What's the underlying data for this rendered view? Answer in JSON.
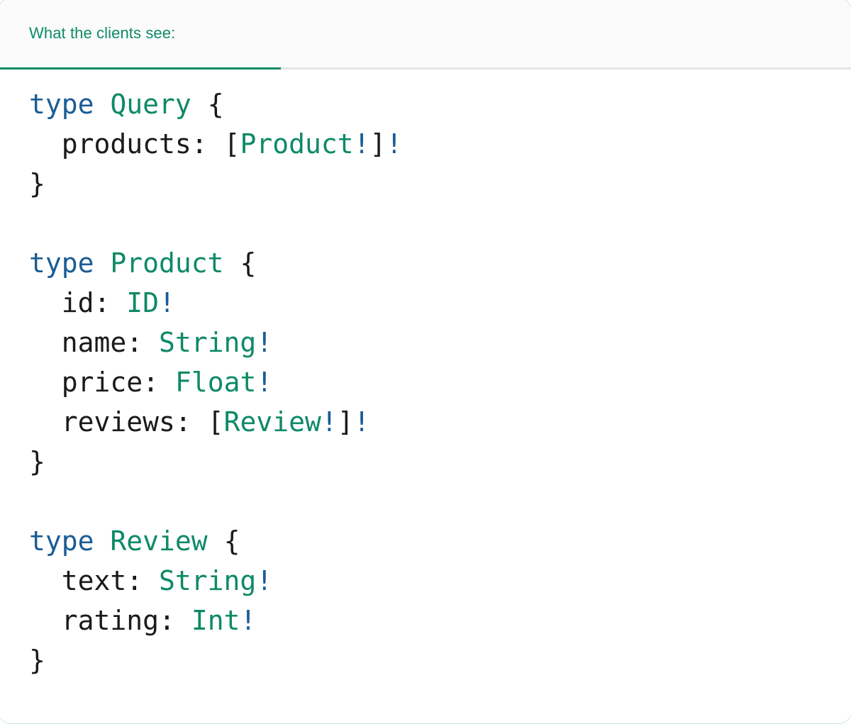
{
  "card": {
    "accent_color": "#0E8A66",
    "border_color": "#cfe6d9",
    "background": "#ffffff"
  },
  "tabbar": {
    "background": "#fbfbfb",
    "divider_color": "#e4e4e6",
    "tabs": [
      {
        "label": "What the clients see:",
        "active": true
      }
    ]
  },
  "code": {
    "language": "graphql",
    "colors": {
      "keyword": "#1A5C96",
      "type_name": "#0E8A66",
      "non_null_bang": "#1A5C96",
      "punctuation": "#1a1a1a",
      "field_name": "#1a1a1a"
    },
    "raw": "type Query {\n  products: [Product!]!\n}\n\ntype Product {\n  id: ID!\n  name: String!\n  price: Float!\n  reviews: [Review!]!\n}\n\ntype Review {\n  text: String!\n  rating: Int!\n}",
    "lines": [
      {
        "tokens": [
          {
            "t": "type",
            "c": "kw"
          },
          {
            "t": " ",
            "c": "punct"
          },
          {
            "t": "Query",
            "c": "type"
          },
          {
            "t": " ",
            "c": "punct"
          },
          {
            "t": "{",
            "c": "punct"
          }
        ]
      },
      {
        "tokens": [
          {
            "t": "  ",
            "c": "punct"
          },
          {
            "t": "products:",
            "c": "field"
          },
          {
            "t": " ",
            "c": "punct"
          },
          {
            "t": "[",
            "c": "punct"
          },
          {
            "t": "Product",
            "c": "type"
          },
          {
            "t": "!",
            "c": "bang"
          },
          {
            "t": "]",
            "c": "punct"
          },
          {
            "t": "!",
            "c": "bang"
          }
        ]
      },
      {
        "tokens": [
          {
            "t": "}",
            "c": "punct"
          }
        ]
      },
      {
        "tokens": []
      },
      {
        "tokens": [
          {
            "t": "type",
            "c": "kw"
          },
          {
            "t": " ",
            "c": "punct"
          },
          {
            "t": "Product",
            "c": "type"
          },
          {
            "t": " ",
            "c": "punct"
          },
          {
            "t": "{",
            "c": "punct"
          }
        ]
      },
      {
        "tokens": [
          {
            "t": "  ",
            "c": "punct"
          },
          {
            "t": "id:",
            "c": "field"
          },
          {
            "t": " ",
            "c": "punct"
          },
          {
            "t": "ID",
            "c": "type"
          },
          {
            "t": "!",
            "c": "bang"
          }
        ]
      },
      {
        "tokens": [
          {
            "t": "  ",
            "c": "punct"
          },
          {
            "t": "name:",
            "c": "field"
          },
          {
            "t": " ",
            "c": "punct"
          },
          {
            "t": "String",
            "c": "type"
          },
          {
            "t": "!",
            "c": "bang"
          }
        ]
      },
      {
        "tokens": [
          {
            "t": "  ",
            "c": "punct"
          },
          {
            "t": "price:",
            "c": "field"
          },
          {
            "t": " ",
            "c": "punct"
          },
          {
            "t": "Float",
            "c": "type"
          },
          {
            "t": "!",
            "c": "bang"
          }
        ]
      },
      {
        "tokens": [
          {
            "t": "  ",
            "c": "punct"
          },
          {
            "t": "reviews:",
            "c": "field"
          },
          {
            "t": " ",
            "c": "punct"
          },
          {
            "t": "[",
            "c": "punct"
          },
          {
            "t": "Review",
            "c": "type"
          },
          {
            "t": "!",
            "c": "bang"
          },
          {
            "t": "]",
            "c": "punct"
          },
          {
            "t": "!",
            "c": "bang"
          }
        ]
      },
      {
        "tokens": [
          {
            "t": "}",
            "c": "punct"
          }
        ]
      },
      {
        "tokens": []
      },
      {
        "tokens": [
          {
            "t": "type",
            "c": "kw"
          },
          {
            "t": " ",
            "c": "punct"
          },
          {
            "t": "Review",
            "c": "type"
          },
          {
            "t": " ",
            "c": "punct"
          },
          {
            "t": "{",
            "c": "punct"
          }
        ]
      },
      {
        "tokens": [
          {
            "t": "  ",
            "c": "punct"
          },
          {
            "t": "text:",
            "c": "field"
          },
          {
            "t": " ",
            "c": "punct"
          },
          {
            "t": "String",
            "c": "type"
          },
          {
            "t": "!",
            "c": "bang"
          }
        ]
      },
      {
        "tokens": [
          {
            "t": "  ",
            "c": "punct"
          },
          {
            "t": "rating:",
            "c": "field"
          },
          {
            "t": " ",
            "c": "punct"
          },
          {
            "t": "Int",
            "c": "type"
          },
          {
            "t": "!",
            "c": "bang"
          }
        ]
      },
      {
        "tokens": [
          {
            "t": "}",
            "c": "punct"
          }
        ]
      }
    ]
  }
}
